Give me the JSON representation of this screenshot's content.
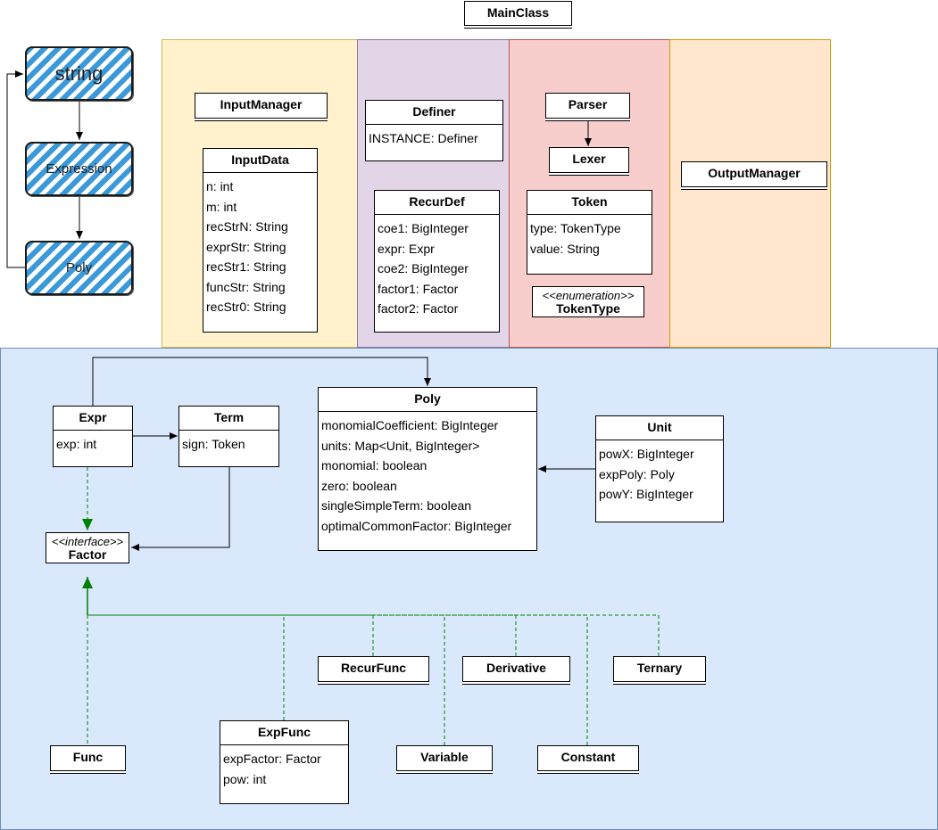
{
  "main_class": "MainClass",
  "flow": {
    "string": "string",
    "expression": "Expression",
    "poly": "Poly"
  },
  "input_zone": {
    "input_manager": "InputManager",
    "input_data": {
      "title": "InputData",
      "attrs": [
        "n: int",
        "m: int",
        "recStrN: String",
        "exprStr: String",
        "recStr1: String",
        "funcStr: String",
        "recStr0: String"
      ]
    }
  },
  "definer_zone": {
    "definer": {
      "title": "Definer",
      "attrs": [
        "INSTANCE: Definer"
      ]
    },
    "recur_def": {
      "title": "RecurDef",
      "attrs": [
        "coe1: BigInteger",
        "expr: Expr",
        "coe2: BigInteger",
        "factor1: Factor",
        "factor2: Factor"
      ]
    }
  },
  "parser_zone": {
    "parser": "Parser",
    "lexer": "Lexer",
    "token": {
      "title": "Token",
      "attrs": [
        "type: TokenType",
        "value: String"
      ]
    },
    "token_type": {
      "stereotype": "<<enumeration>>",
      "title": "TokenType"
    }
  },
  "output_zone": {
    "output_manager": "OutputManager"
  },
  "poly_zone": {
    "expr": {
      "title": "Expr",
      "attrs": [
        "exp: int"
      ]
    },
    "term": {
      "title": "Term",
      "attrs": [
        "sign: Token"
      ]
    },
    "poly": {
      "title": "Poly",
      "attrs": [
        "monomialCoefficient: BigInteger",
        "units: Map<Unit, BigInteger>",
        "monomial: boolean",
        "zero: boolean",
        "singleSimpleTerm: boolean",
        "optimalCommonFactor: BigInteger"
      ]
    },
    "unit": {
      "title": "Unit",
      "attrs": [
        "powX: BigInteger",
        "expPoly: Poly",
        "powY: BigInteger"
      ]
    },
    "factor": {
      "stereotype": "<<interface>>",
      "title": "Factor"
    },
    "recur_func": "RecurFunc",
    "derivative": "Derivative",
    "ternary": "Ternary",
    "exp_func": {
      "title": "ExpFunc",
      "attrs": [
        "expFactor: Factor",
        "pow: int"
      ]
    },
    "func": "Func",
    "variable": "Variable",
    "constant": "Constant"
  },
  "colors": {
    "input_zone": "#fff2cc",
    "definer_zone": "#e1d5e7",
    "parser_zone": "#f8cecc",
    "output_zone": "#ffe6cc",
    "poly_zone": "#dae8fc",
    "realization_arrow": "#008000"
  }
}
